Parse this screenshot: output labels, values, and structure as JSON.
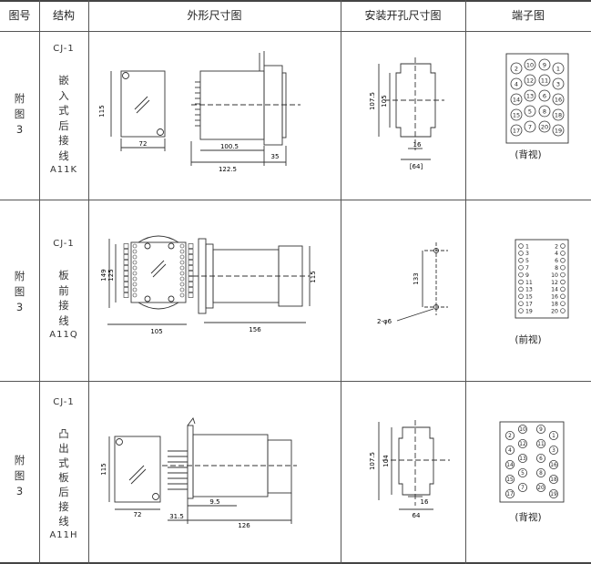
{
  "headers": {
    "fig_no": "图号",
    "structure": "结构",
    "outline": "外形尺寸图",
    "mounting": "安装开孔尺寸图",
    "terminal": "端子图"
  },
  "rows": [
    {
      "fig": [
        "附",
        "图",
        "3"
      ],
      "model": "CJ-1",
      "structure": [
        "嵌",
        "入",
        "式",
        "后",
        "接",
        "线"
      ],
      "code": "A11K",
      "outline": {
        "h": "115",
        "w": "72",
        "depth": "100.5",
        "total": "122.5",
        "front": "35"
      },
      "mount": {
        "h1": "107.5",
        "h2": "105",
        "w": "16",
        "w2": "[64]"
      },
      "view": "(背视)"
    },
    {
      "fig": [
        "附",
        "图",
        "3"
      ],
      "model": "CJ-1",
      "structure": [
        "板",
        "前",
        "接",
        "线"
      ],
      "code": "A11Q",
      "outline": {
        "h1": "149",
        "h2": "125",
        "w": "105",
        "depth": "156",
        "side": "115"
      },
      "mount": {
        "h": "133",
        "hole": "2-φ6"
      },
      "view": "(前视)"
    },
    {
      "fig": [
        "附",
        "图",
        "3"
      ],
      "model": "CJ-1",
      "structure": [
        "凸",
        "出",
        "式",
        "板",
        "后",
        "接",
        "线"
      ],
      "code": "A11H",
      "outline": {
        "h": "115",
        "w": "72",
        "front": "31.5",
        "mid": "9.5",
        "depth": "126"
      },
      "mount": {
        "h1": "107.5",
        "h2": "104",
        "w": "16",
        "w2": "64"
      },
      "view": "(背视)"
    }
  ],
  "terminals_back": [
    "2",
    "10",
    "9",
    "1",
    "4",
    "12",
    "11",
    "3",
    "14",
    "13",
    "6",
    "16",
    "15",
    "5",
    "8",
    "18",
    "17",
    "7",
    "20",
    "19"
  ],
  "terminals_front": [
    "1",
    "2",
    "3",
    "4",
    "5",
    "6",
    "7",
    "8",
    "9",
    "10",
    "11",
    "12",
    "13",
    "14",
    "15",
    "16",
    "17",
    "18",
    "19",
    "20"
  ],
  "terminals_raised": [
    "2",
    "10",
    "9",
    "1",
    "4",
    "12",
    "11",
    "3",
    "14",
    "13",
    "6",
    "16",
    "15",
    "5",
    "8",
    "18",
    "17",
    "7",
    "20",
    "19"
  ]
}
